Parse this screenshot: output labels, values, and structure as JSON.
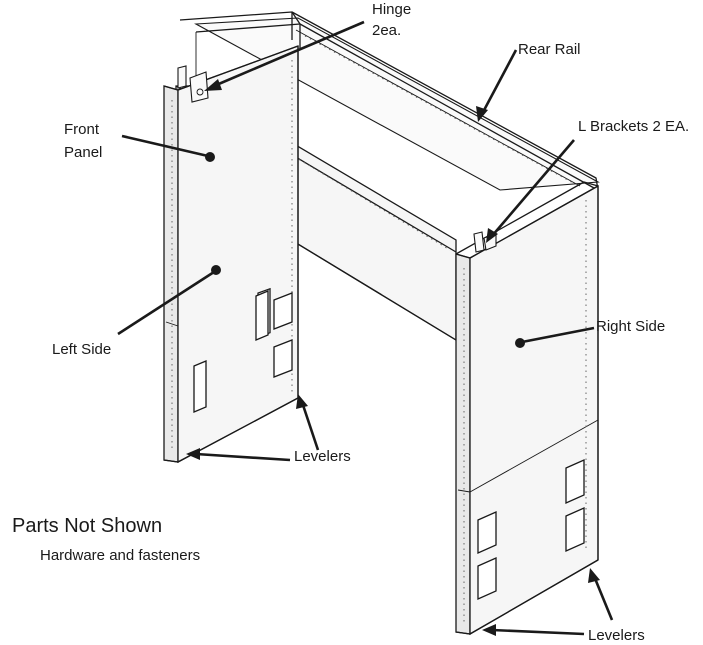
{
  "labels": {
    "hinge_line1": "Hinge",
    "hinge_line2": "2ea.",
    "rear_rail": "Rear Rail",
    "front_panel_line1": "Front",
    "front_panel_line2": "Panel",
    "l_brackets": "L Brackets 2 EA.",
    "left_side": "Left Side",
    "right_side": "Right Side",
    "levelers_left": "Levelers",
    "levelers_right": "Levelers"
  },
  "notes": {
    "heading": "Parts Not Shown",
    "detail": "Hardware and fasteners"
  }
}
